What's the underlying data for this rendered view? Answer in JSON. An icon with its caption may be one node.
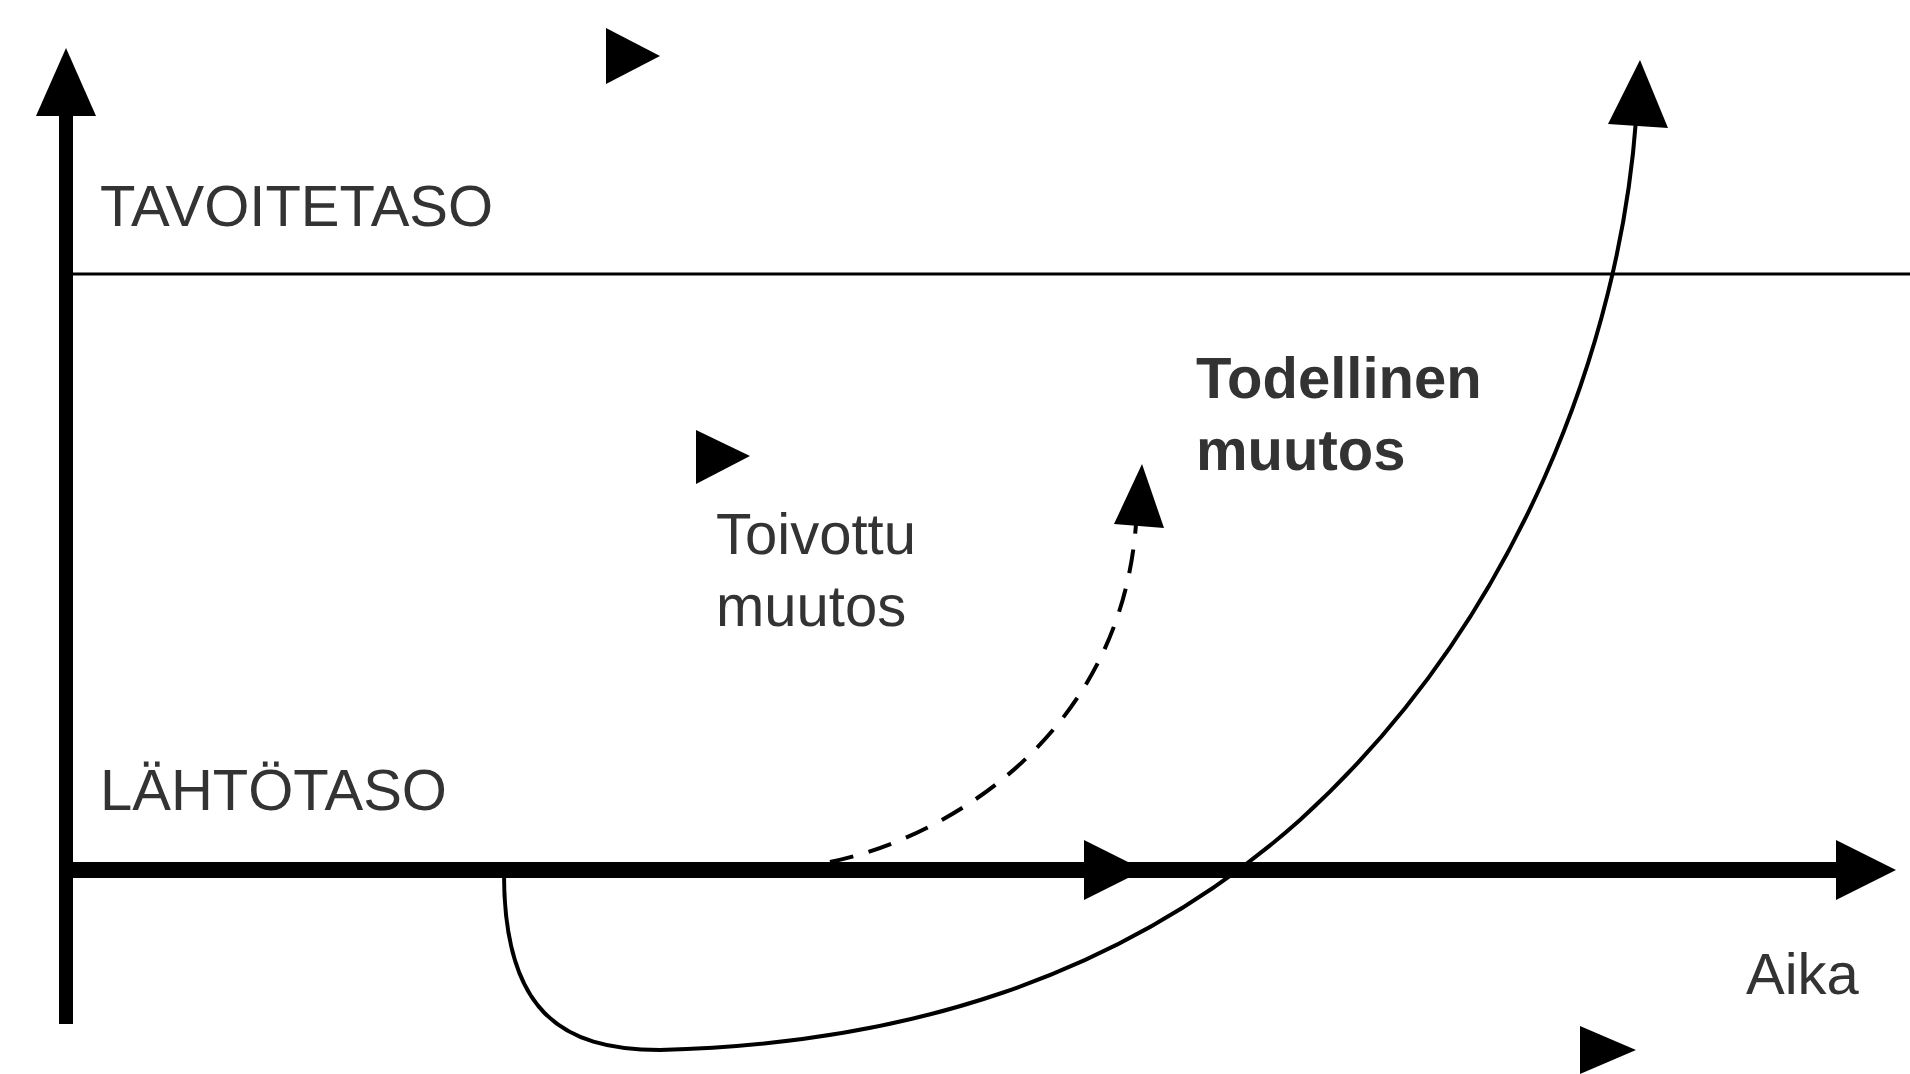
{
  "diagram": {
    "labels": [
      "TAVOITETASO",
      "Todellinen muutos",
      "Toivottu muutos",
      "LÄHTÖTASO",
      "Aika"
    ]
  }
}
